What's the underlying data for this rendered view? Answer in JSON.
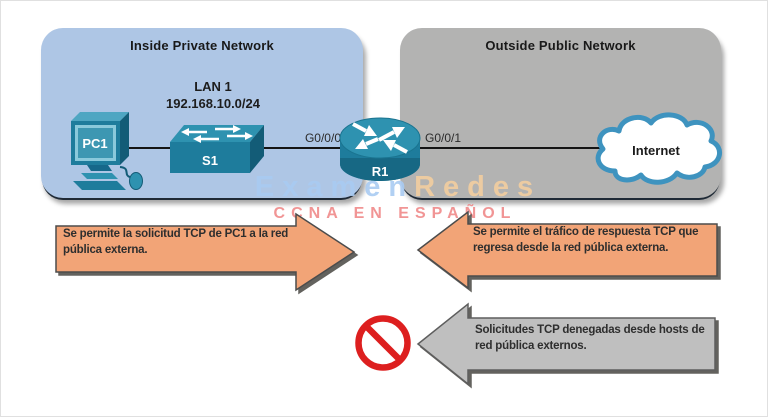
{
  "networks": {
    "inside": {
      "title": "Inside Private Network",
      "lan_name": "LAN 1",
      "lan_subnet": "192.168.10.0/24"
    },
    "outside": {
      "title": "Outside Public Network"
    }
  },
  "devices": {
    "pc_label": "PC1",
    "switch_label": "S1",
    "router_label": "R1",
    "internet_label": "Internet"
  },
  "interfaces": {
    "inside": "G0/0/0",
    "outside": "G0/0/1"
  },
  "flows": {
    "outbound_allowed": "Se permite la solicitud TCP de PC1 a la red pública externa.",
    "return_allowed": "Se permite el tráfico de respuesta TCP que regresa desde la red pública externa.",
    "inbound_denied": "Solicitudes TCP denegadas desde hosts de red pública externos."
  },
  "watermark": {
    "brand_part1": "Examen",
    "brand_part2": "Redes",
    "tagline": "CCNA EN ESPAÑOL"
  },
  "colors": {
    "inside_box": "#AEC6E5",
    "outside_box": "#B3B3B2",
    "allow_arrow": "#F2A477",
    "deny_arrow": "#BFBFBF",
    "prohibition_red": "#DD1F1F",
    "device_teal": "#1E7C9C",
    "watermark_blue": "#A9CBF2",
    "watermark_orange": "#F3CEA0",
    "watermark_pink": "#EE8282"
  }
}
